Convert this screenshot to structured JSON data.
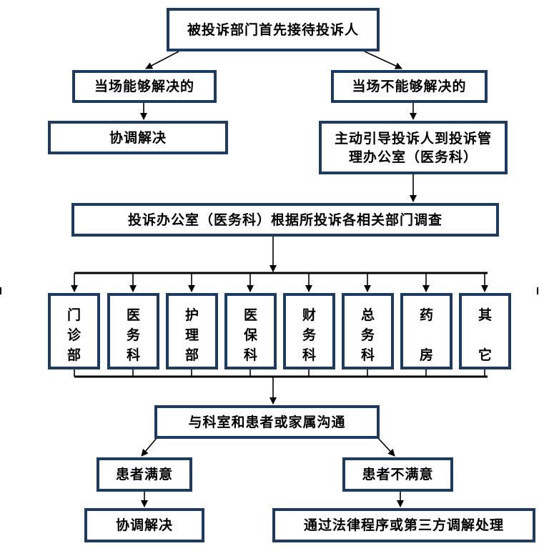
{
  "nodes": {
    "start": "被投诉部门首先接待投诉人",
    "can_resolve": "当场能够解决的",
    "cannot_resolve": "当场不能够解决的",
    "coordinate_1": "协调解决",
    "guide_line1": "主动引导投诉人到投诉管",
    "guide_line2": "理办公室（医务科）",
    "investigate": "投诉办公室（医务科）根据所投诉各相关部门调查",
    "communicate": "与科室和患者或家属沟通",
    "satisfied": "患者满意",
    "not_satisfied": "患者不满意",
    "coordinate_2": "协调解决",
    "legal": "通过法律程序或第三方调解处理"
  },
  "departments": [
    {
      "chars": [
        "门",
        "诊",
        "部"
      ]
    },
    {
      "chars": [
        "医",
        "务",
        "科"
      ]
    },
    {
      "chars": [
        "护",
        "理",
        "部"
      ]
    },
    {
      "chars": [
        "医",
        "保",
        "科"
      ]
    },
    {
      "chars": [
        "财",
        "务",
        "科"
      ]
    },
    {
      "chars": [
        "总",
        "务",
        "科"
      ]
    },
    {
      "chars": [
        "药",
        "房"
      ]
    },
    {
      "chars": [
        "其",
        "它"
      ]
    }
  ],
  "colors": {
    "box_border": "#1f3a5f",
    "line": "#000000"
  }
}
